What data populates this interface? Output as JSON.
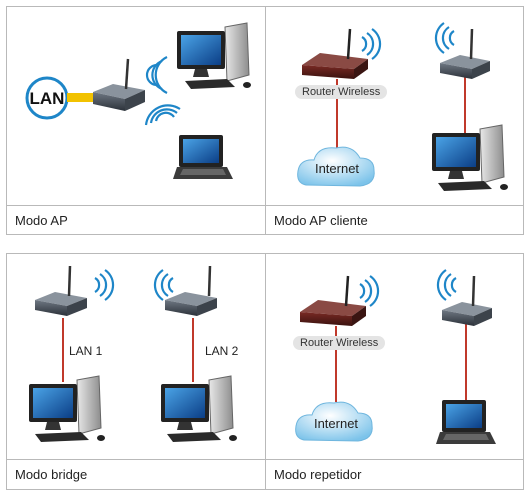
{
  "panels": [
    {
      "caption": "Modo AP",
      "labels": {
        "lan": "LAN"
      }
    },
    {
      "caption": "Modo AP cliente",
      "labels": {
        "router": "Router Wireless",
        "internet": "Internet"
      }
    },
    {
      "caption": "Modo bridge",
      "labels": {
        "lan1": "LAN 1",
        "lan2": "LAN 2"
      }
    },
    {
      "caption": "Modo repetidor",
      "labels": {
        "router": "Router Wireless",
        "internet": "Internet"
      }
    }
  ],
  "colors": {
    "link": "#c0392b",
    "lan_cable": "#f2c200",
    "wifi": "#1e86c8",
    "lan_circle": "#1e86c8"
  }
}
